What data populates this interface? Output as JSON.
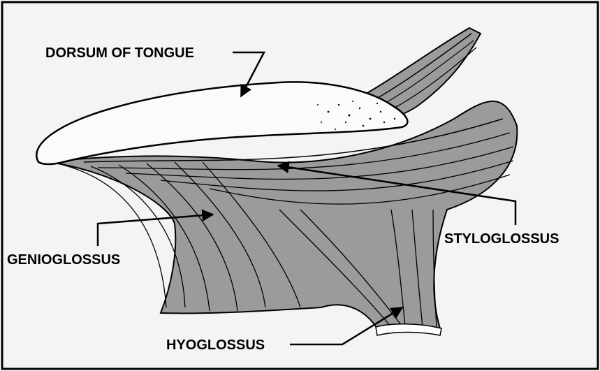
{
  "figure": {
    "background": "#f4f4f4",
    "border_color": "#000000",
    "muscle_fill": "#9b9b9b",
    "surface_fill": "#fbfbf9",
    "labels": {
      "dorsum": "DORSUM OF TONGUE",
      "genioglossus": "GENIOGLOSSUS",
      "styloglossus": "STYLOGLOSSUS",
      "hyoglossus": "HYOGLOSSUS"
    }
  }
}
